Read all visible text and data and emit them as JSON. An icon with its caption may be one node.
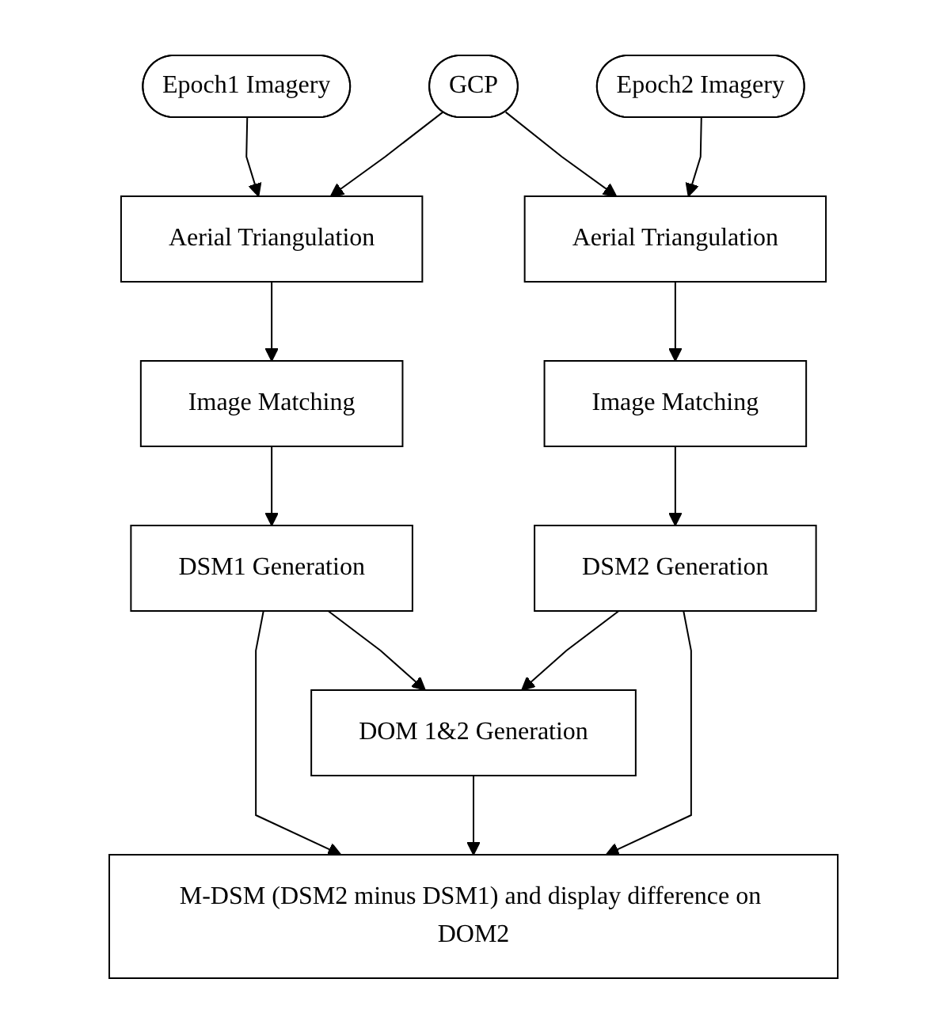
{
  "diagram": {
    "nodes": [
      {
        "text": [
          "Epoch1 Imagery"
        ]
      },
      {
        "text": [
          "GCP"
        ]
      },
      {
        "text": [
          "Epoch2 Imagery"
        ]
      },
      {
        "text": [
          "Aerial Triangulation"
        ]
      },
      {
        "text": [
          "Aerial Triangulation"
        ]
      },
      {
        "text": [
          "Image Matching"
        ]
      },
      {
        "text": [
          "Image Matching"
        ]
      },
      {
        "text": [
          "DSM1 Generation"
        ]
      },
      {
        "text": [
          "DSM2 Generation"
        ]
      },
      {
        "text": [
          "DOM 1&2 Generation"
        ]
      },
      {
        "text": [
          "M-DSM (DSM2 minus DSM1) and display difference on DOM2"
        ]
      }
    ],
    "edges": [
      {
        "from": 0,
        "to": 3,
        "arrow": "to"
      },
      {
        "from": 1,
        "to": 3,
        "arrow": "to"
      },
      {
        "from": 1,
        "to": 4,
        "arrow": "to"
      },
      {
        "from": 2,
        "to": 4,
        "arrow": "to"
      },
      {
        "from": 3,
        "to": 5,
        "arrow": "to"
      },
      {
        "from": 4,
        "to": 6,
        "arrow": "to"
      },
      {
        "from": 5,
        "to": 7,
        "arrow": "to"
      },
      {
        "from": 6,
        "to": 8,
        "arrow": "to"
      },
      {
        "from": 7,
        "to": 9,
        "arrow": "to"
      },
      {
        "from": 8,
        "to": 9,
        "arrow": "to"
      },
      {
        "from": 7,
        "to": 10,
        "arrow": "to"
      },
      {
        "from": 9,
        "to": 10,
        "arrow": "to"
      },
      {
        "from": 8,
        "to": 10,
        "arrow": "to"
      }
    ]
  }
}
